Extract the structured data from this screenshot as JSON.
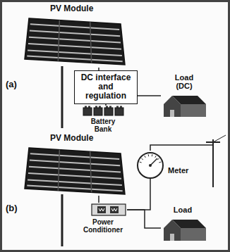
{
  "diagram": {
    "nodes": [
      {
        "text": [
          "PV Module"
        ]
      },
      {
        "text": [
          "DC interface and regulation"
        ]
      },
      {
        "text": [
          "Battery Bank"
        ]
      },
      {
        "text": [
          "Load (DC)"
        ]
      },
      {
        "text": [
          "PV Module"
        ]
      },
      {
        "text": [
          "Meter"
        ]
      },
      {
        "text": [
          "Power Conditioner"
        ]
      },
      {
        "text": [
          "Load"
        ]
      }
    ],
    "edges": [
      {
        "from": 0,
        "to": 1,
        "arrow": "none"
      },
      {
        "from": 1,
        "to": 2,
        "arrow": "none"
      },
      {
        "from": 1,
        "to": 3,
        "arrow": "none"
      },
      {
        "from": 4,
        "to": 6,
        "arrow": "none"
      },
      {
        "from": 6,
        "to": 5,
        "arrow": "none"
      },
      {
        "from": 6,
        "to": 7,
        "arrow": "none"
      }
    ],
    "labels": [
      "(a)",
      "(b)"
    ]
  }
}
